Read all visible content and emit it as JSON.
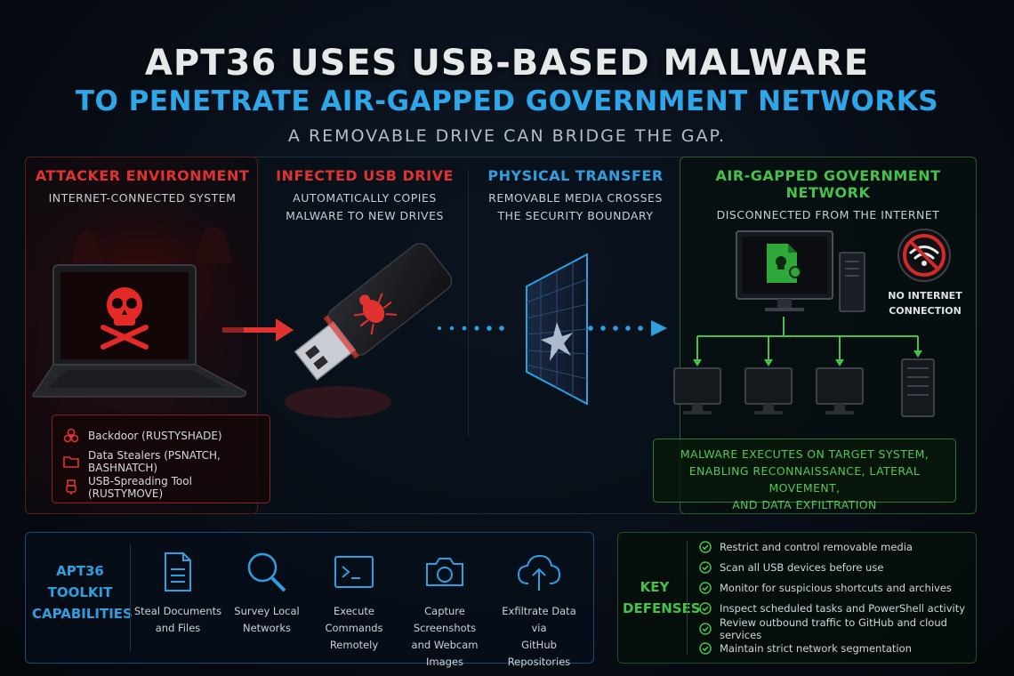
{
  "header": {
    "title_line1": "APT36 USES USB-BASED MALWARE",
    "title_line2": "TO PENETRATE AIR-GAPPED GOVERNMENT NETWORKS",
    "subtitle": "A REMOVABLE DRIVE CAN BRIDGE THE GAP."
  },
  "sections": {
    "attacker": {
      "title": "ATTACKER ENVIRONMENT",
      "desc": "INTERNET-CONNECTED SYSTEM"
    },
    "usb": {
      "title": "INFECTED USB DRIVE",
      "desc_line1": "AUTOMATICALLY COPIES",
      "desc_line2": "MALWARE TO NEW DRIVES"
    },
    "transfer": {
      "title": "PHYSICAL TRANSFER",
      "desc_line1": "REMOVABLE MEDIA CROSSES",
      "desc_line2": "THE SECURITY BOUNDARY"
    },
    "airgap": {
      "title": "AIR-GAPPED GOVERNMENT NETWORK",
      "desc": "DISCONNECTED FROM THE INTERNET"
    }
  },
  "no_internet": {
    "line1": "NO INTERNET",
    "line2": "CONNECTION"
  },
  "malware_components": [
    {
      "label": "Backdoor (RUSTYSHADE)",
      "icon": "biohazard-icon"
    },
    {
      "label": "Data Stealers (PSNATCH, BASHNATCH)",
      "icon": "folder-icon"
    },
    {
      "label": "USB-Spreading Tool (RUSTYMOVE)",
      "icon": "usb-icon"
    }
  ],
  "execution": {
    "line1": "MALWARE EXECUTES ON TARGET SYSTEM,",
    "line2": "ENABLING RECONNAISSANCE, LATERAL MOVEMENT,",
    "line3": "AND DATA EXFILTRATION"
  },
  "toolkit": {
    "title_line1": "APT36",
    "title_line2": "TOOLKIT",
    "title_line3": "CAPABILITIES",
    "items": [
      {
        "line1": "Steal Documents",
        "line2": "and Files",
        "icon": "document-icon"
      },
      {
        "line1": "Survey Local",
        "line2": "Networks",
        "icon": "magnifier-icon"
      },
      {
        "line1": "Execute Commands",
        "line2": "Remotely",
        "icon": "terminal-icon"
      },
      {
        "line1": "Capture Screenshots",
        "line2": "and Webcam Images",
        "icon": "camera-icon"
      },
      {
        "line1": "Exfiltrate Data via",
        "line2": "GitHub Repositories",
        "icon": "cloud-upload-icon"
      }
    ]
  },
  "defenses": {
    "title_line1": "KEY",
    "title_line2": "DEFENSES",
    "items": [
      "Restrict and control removable media",
      "Scan all USB devices before use",
      "Monitor for suspicious shortcuts and archives",
      "Inspect scheduled tasks and PowerShell activity",
      "Review outbound traffic to GitHub and cloud services",
      "Maintain strict network segmentation"
    ]
  },
  "colors": {
    "attacker": "#e0332f",
    "transfer": "#2f9fe0",
    "airgap": "#45c24a",
    "title": "#e6e8ea"
  }
}
